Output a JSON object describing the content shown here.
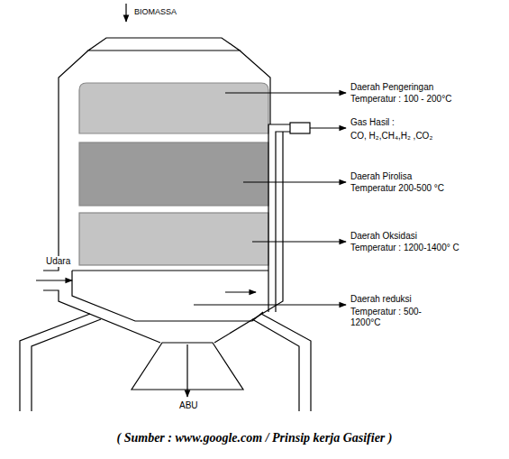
{
  "diagram": {
    "caption": "( Sumber : www.google.com / Prinsip kerja Gasifier )",
    "labels": [
      "BIOMASSA",
      "Daerah Pengeringan",
      "Temperatur : 100 - 200°C",
      "Gas Hasil :",
      "CO, H₂,CH₄,H₂ ,CO₂",
      "Daerah Pirolisa",
      "Temperatur 200-500 °C",
      "Daerah Oksidasi",
      "Temperatur : 1200-1400° C",
      "Udara",
      "Daerah reduksi",
      "Temperatur : 500-1200°C",
      "ABU"
    ]
  }
}
